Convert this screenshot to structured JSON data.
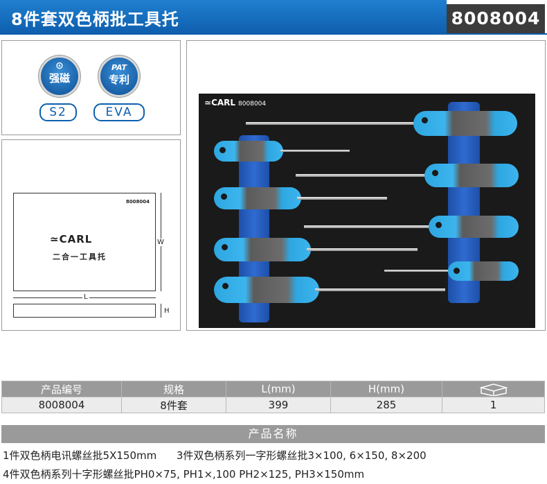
{
  "header": {
    "title": "8件套双色柄批工具托",
    "code": "8008004"
  },
  "features": {
    "magnet_badge": "强磁",
    "patent_badge_top": "PAT",
    "patent_badge_bottom": "专利",
    "material_s2": "S2",
    "material_eva": "EVA"
  },
  "diagram": {
    "code": "8008004",
    "brand": "CARL",
    "caption": "二合一工具托",
    "width_label": "W",
    "length_label": "L",
    "height_label": "H"
  },
  "photo": {
    "brand": "CARL",
    "code": "8008004"
  },
  "spec_table": {
    "headers": [
      "产品编号",
      "规格",
      "L(mm)",
      "H(mm)"
    ],
    "header_icon": "box-icon",
    "values": [
      "8008004",
      "8件套",
      "399",
      "285",
      "1"
    ]
  },
  "names": {
    "heading": "产品名称",
    "line1": "1件双色柄电讯螺丝批5X150mm      3件双色柄系列一字形螺丝批3×100, 6×150, 8×200",
    "line2": "4件双色柄系列十字形螺丝批PH0×75, PH1×,100 PH2×125, PH3×150mm"
  },
  "colors": {
    "accent": "#0f5fae",
    "handle_blue": "#2ea6e0",
    "handle_grey": "#5b5b5b",
    "ribbon": "#2f6bd0"
  }
}
